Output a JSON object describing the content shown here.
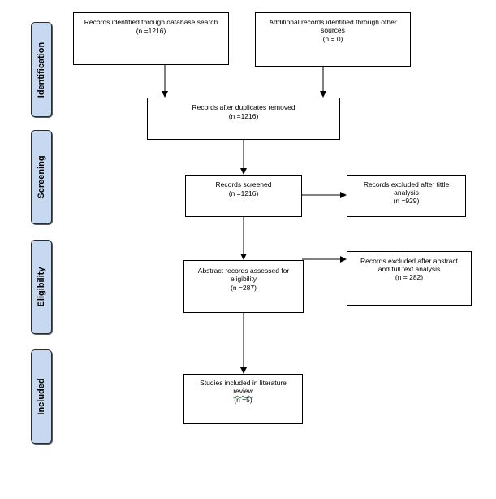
{
  "phases": {
    "identification": "Identification",
    "screening": "Screening",
    "eligibility": "Eligibility",
    "included": "Included"
  },
  "boxes": {
    "database_search": {
      "label": "Records identified through database search",
      "count": "(n =1216)"
    },
    "other_sources": {
      "label": "Additional records identified through other sources",
      "count": "(n = 0)"
    },
    "after_duplicates": {
      "label": "Records after duplicates removed",
      "count": "(n =1216)"
    },
    "screened": {
      "label": "Records screened",
      "count": "(n =1216)"
    },
    "excluded_title": {
      "label": "Records excluded after tittle analysis",
      "count": "(n =929)"
    },
    "assessed": {
      "label": "Abstract records assessed for eligibility",
      "count": "(n =287)"
    },
    "excluded_abstract": {
      "label": "Records excluded after abstract and full text analysis",
      "count": "(n = 282)"
    },
    "included": {
      "label_a": "Studies included in literature",
      "label_b": "review",
      "count": "(n =5)"
    }
  }
}
